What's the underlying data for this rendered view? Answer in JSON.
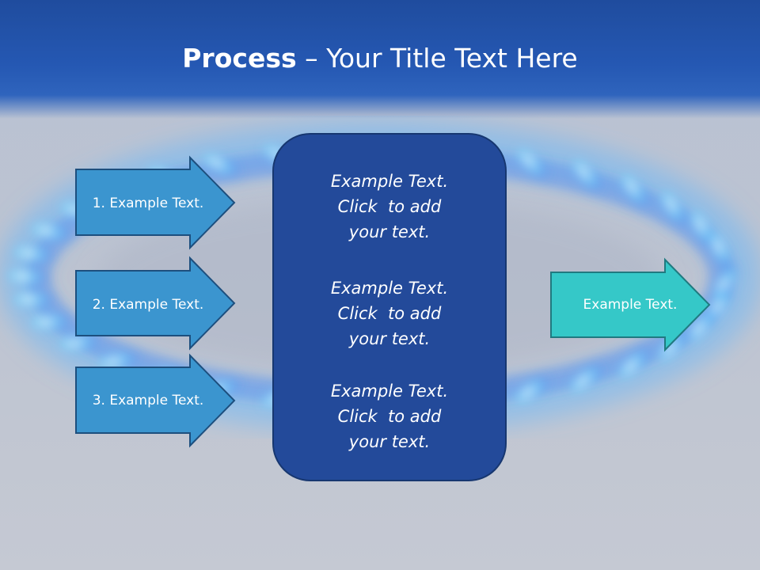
{
  "title": {
    "bold": "Process",
    "rest": " – Your Title Text Here"
  },
  "inputs": [
    {
      "label": "1. Example Text."
    },
    {
      "label": "2. Example Text."
    },
    {
      "label": "3. Example Text."
    }
  ],
  "center": {
    "paragraphs": [
      {
        "lines": [
          "Example Text.",
          "Click  to add",
          "your text."
        ]
      },
      {
        "lines": [
          "Example Text.",
          "Click  to add",
          "your text."
        ]
      },
      {
        "lines": [
          "Example Text.",
          "Click  to add",
          "your text."
        ]
      }
    ]
  },
  "output": {
    "label": "Example Text."
  },
  "colors": {
    "input_arrow_fill": "#3b95cf",
    "input_arrow_stroke": "#1d4f7e",
    "center_fill": "#234a9a",
    "output_arrow_fill": "#35c8c8",
    "output_arrow_stroke": "#207a80"
  },
  "background": {
    "description_icon": "gas-burner-flame-image"
  }
}
